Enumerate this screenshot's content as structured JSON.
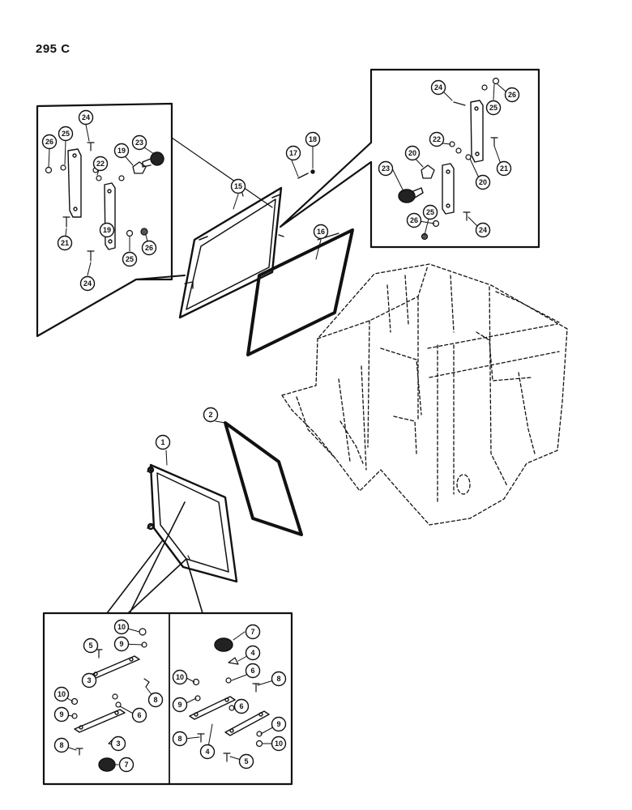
{
  "page_number": "295 C",
  "callouts": [
    {
      "id": "c-1",
      "label": "1"
    },
    {
      "id": "c-2",
      "label": "2"
    },
    {
      "id": "c-15",
      "label": "15"
    },
    {
      "id": "c-16",
      "label": "16"
    },
    {
      "id": "c-17",
      "label": "17"
    },
    {
      "id": "c-18",
      "label": "18"
    },
    {
      "id": "tl-24a",
      "label": "24"
    },
    {
      "id": "tl-26a",
      "label": "26"
    },
    {
      "id": "tl-25a",
      "label": "25"
    },
    {
      "id": "tl-23",
      "label": "23"
    },
    {
      "id": "tl-19a",
      "label": "19"
    },
    {
      "id": "tl-22",
      "label": "22"
    },
    {
      "id": "tl-21",
      "label": "21"
    },
    {
      "id": "tl-19b",
      "label": "19"
    },
    {
      "id": "tl-25b",
      "label": "25"
    },
    {
      "id": "tl-26b",
      "label": "26"
    },
    {
      "id": "tl-24b",
      "label": "24"
    },
    {
      "id": "tr-24a",
      "label": "24"
    },
    {
      "id": "tr-25a",
      "label": "25"
    },
    {
      "id": "tr-26a",
      "label": "26"
    },
    {
      "id": "tr-22",
      "label": "22"
    },
    {
      "id": "tr-20a",
      "label": "20"
    },
    {
      "id": "tr-23",
      "label": "23"
    },
    {
      "id": "tr-20b",
      "label": "20"
    },
    {
      "id": "tr-21",
      "label": "21"
    },
    {
      "id": "tr-26b",
      "label": "26"
    },
    {
      "id": "tr-25b",
      "label": "25"
    },
    {
      "id": "tr-24b",
      "label": "24"
    },
    {
      "id": "bl-10a",
      "label": "10"
    },
    {
      "id": "bl-5",
      "label": "5"
    },
    {
      "id": "bl-9a",
      "label": "9"
    },
    {
      "id": "bl-3a",
      "label": "3"
    },
    {
      "id": "bl-8a",
      "label": "8"
    },
    {
      "id": "bl-10b",
      "label": "10"
    },
    {
      "id": "bl-6",
      "label": "6"
    },
    {
      "id": "bl-9b",
      "label": "9"
    },
    {
      "id": "bl-8b",
      "label": "8"
    },
    {
      "id": "bl-3b",
      "label": "3"
    },
    {
      "id": "bl-7",
      "label": "7"
    },
    {
      "id": "br-7",
      "label": "7"
    },
    {
      "id": "br-4a",
      "label": "4"
    },
    {
      "id": "br-10a",
      "label": "10"
    },
    {
      "id": "br-6a",
      "label": "6"
    },
    {
      "id": "br-8a",
      "label": "8"
    },
    {
      "id": "br-9a",
      "label": "9"
    },
    {
      "id": "br-6b",
      "label": "6"
    },
    {
      "id": "br-8b",
      "label": "8"
    },
    {
      "id": "br-4b",
      "label": "4"
    },
    {
      "id": "br-9b",
      "label": "9"
    },
    {
      "id": "br-10b",
      "label": "10"
    },
    {
      "id": "br-5",
      "label": "5"
    }
  ]
}
